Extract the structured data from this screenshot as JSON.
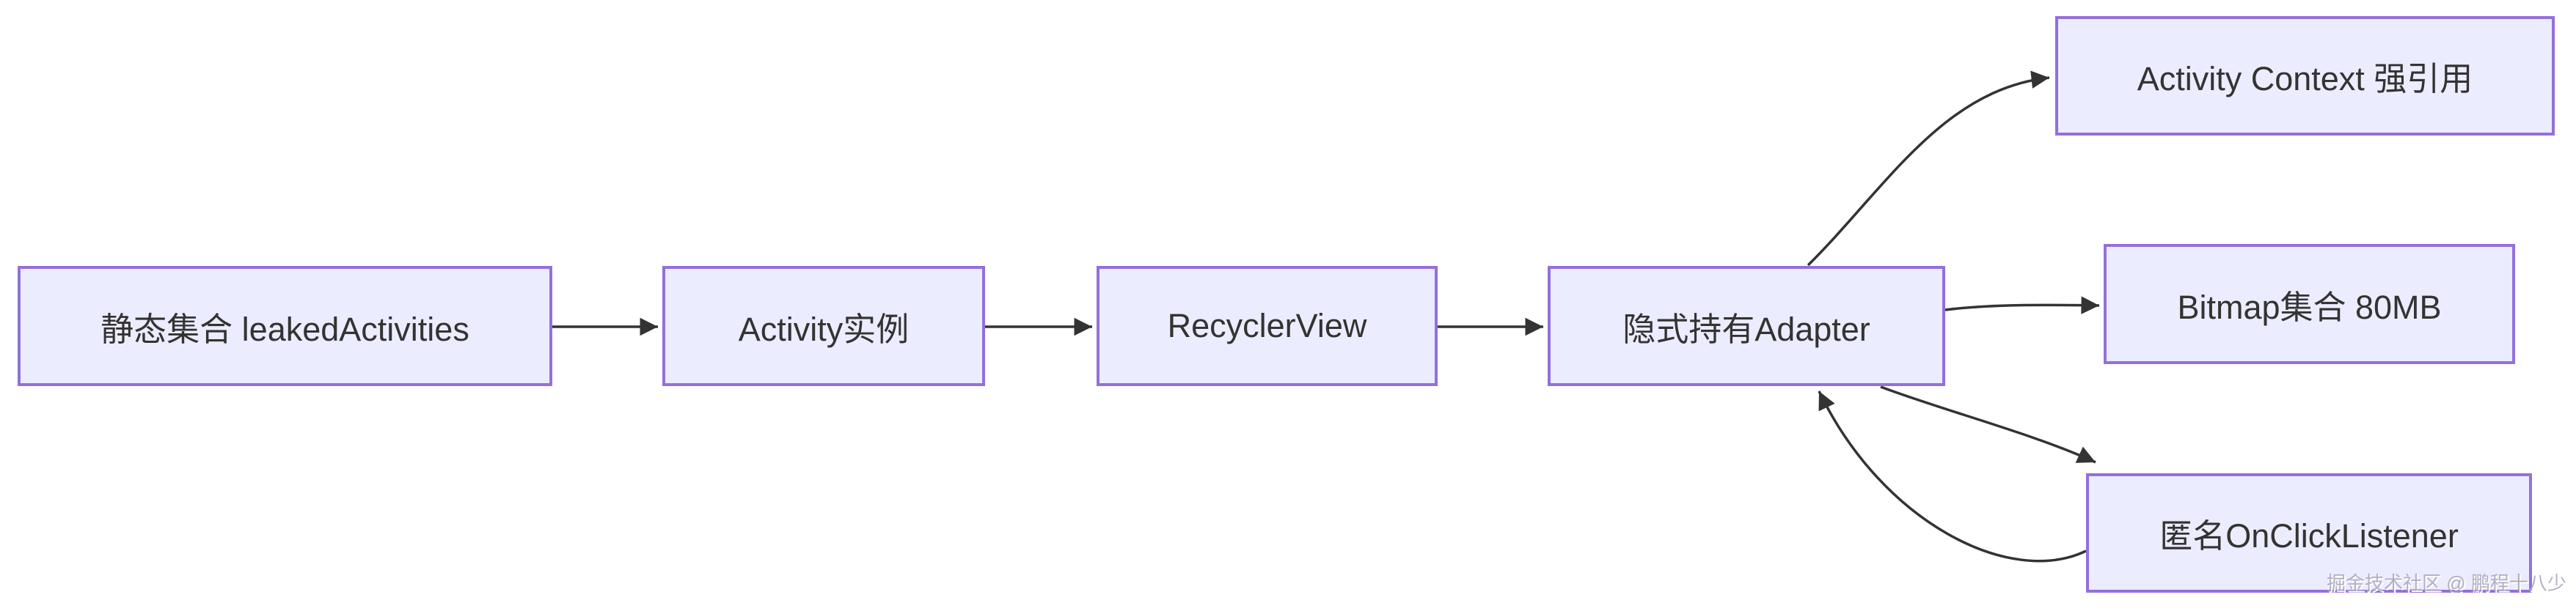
{
  "diagram": {
    "type": "flowchart",
    "direction": "left-to-right",
    "background_color": "#ffffff",
    "node_fill_color": "#ECECFF",
    "node_border_color": "#9370DB",
    "edge_color": "#333333",
    "text_color": "#333333",
    "nodes": [
      {
        "id": "static_set",
        "label": "静态集合 leakedActivities"
      },
      {
        "id": "activity",
        "label": "Activity实例"
      },
      {
        "id": "recycler",
        "label": "RecyclerView"
      },
      {
        "id": "adapter",
        "label": "隐式持有Adapter"
      },
      {
        "id": "context_ref",
        "label": "Activity Context 强引用"
      },
      {
        "id": "bitmaps",
        "label": "Bitmap集合 80MB"
      },
      {
        "id": "listener",
        "label": "匿名OnClickListener"
      }
    ],
    "edges": [
      {
        "from": "static_set",
        "to": "activity",
        "style": "arrow"
      },
      {
        "from": "activity",
        "to": "recycler",
        "style": "arrow"
      },
      {
        "from": "recycler",
        "to": "adapter",
        "style": "arrow"
      },
      {
        "from": "adapter",
        "to": "context_ref",
        "style": "arrow"
      },
      {
        "from": "adapter",
        "to": "bitmaps",
        "style": "arrow"
      },
      {
        "from": "adapter",
        "to": "listener",
        "style": "arrow"
      },
      {
        "from": "listener",
        "to": "adapter",
        "style": "arrow"
      }
    ],
    "watermark": "掘金技术社区 @ 鹏程十八少"
  }
}
